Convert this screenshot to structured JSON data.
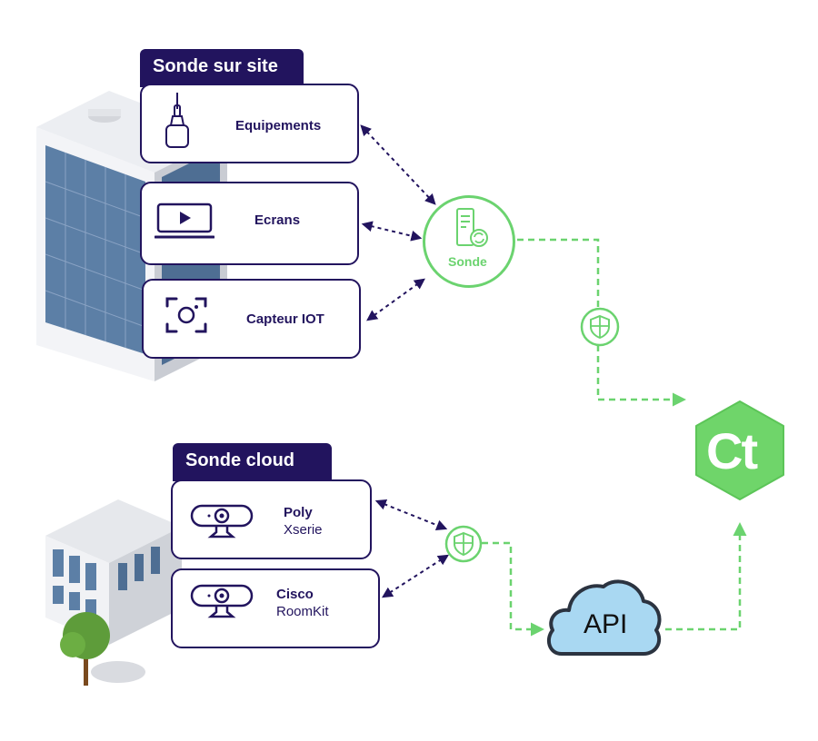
{
  "onsite": {
    "title": "Sonde sur site",
    "items": [
      {
        "label": "Equipements",
        "icon": "usb-dongle-icon"
      },
      {
        "label": "Ecrans",
        "icon": "screen-play-icon"
      },
      {
        "label": "Capteur IOT",
        "icon": "camera-sensor-icon"
      }
    ],
    "hub_label": "Sonde",
    "hub_icon": "server-sync-icon"
  },
  "cloud": {
    "title": "Sonde cloud",
    "items": [
      {
        "label": "Poly",
        "sub": "Xserie",
        "icon": "webcam-icon"
      },
      {
        "label": "Cisco",
        "sub": "RoomKit",
        "icon": "webcam-icon"
      }
    ]
  },
  "api_label": "API",
  "logo_text": "Ct",
  "colors": {
    "navy": "#22145e",
    "green": "#6bd36f",
    "logo_green": "#6fd56a",
    "cloud_blue": "#a9d8f2"
  }
}
